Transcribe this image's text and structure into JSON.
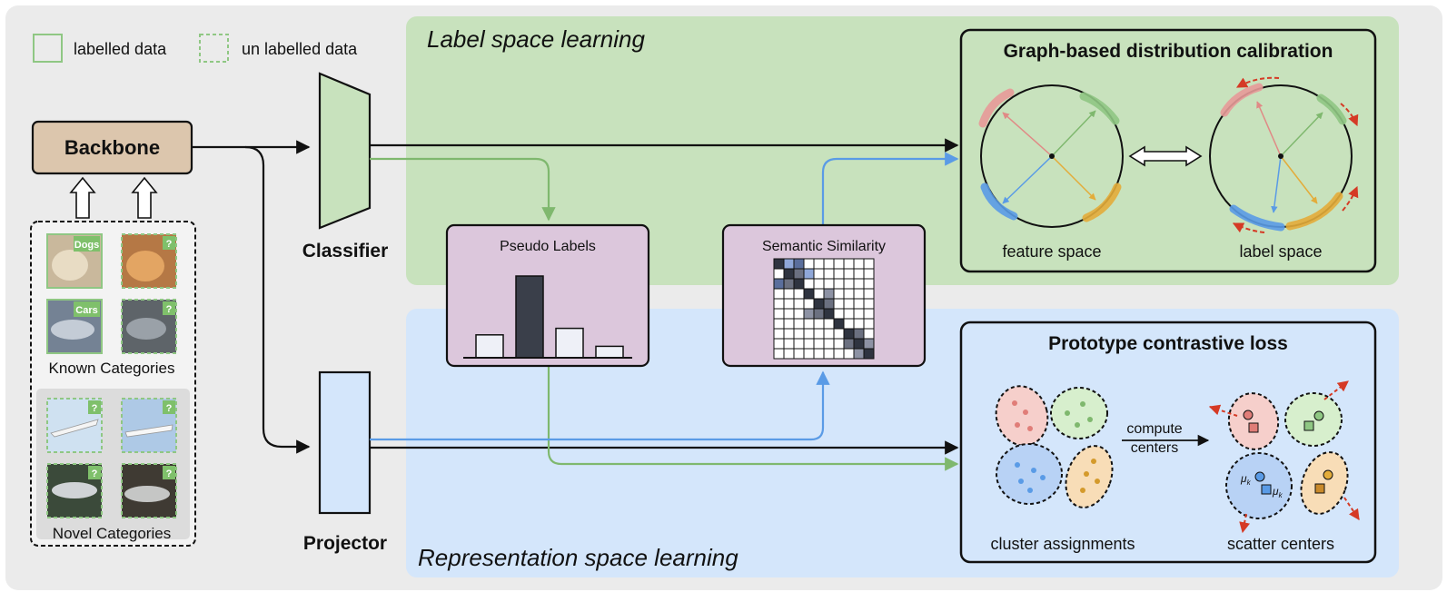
{
  "legend": {
    "labelled": "labelled data",
    "unlabelled": "un labelled data"
  },
  "backbone": "Backbone",
  "classifier": "Classifier",
  "projector": "Projector",
  "known": {
    "title": "Known Categories",
    "tags": [
      "Dogs",
      "?",
      "Cars",
      "?"
    ]
  },
  "novel": {
    "title": "Novel Categories",
    "tags": [
      "?",
      "?",
      "?",
      "?"
    ]
  },
  "label_space": {
    "title": "Label space learning",
    "color": "#c8e2bd"
  },
  "representation_space": {
    "title": "Representation space learning",
    "color": "#d4e6fb"
  },
  "pseudo_labels": {
    "title": "Pseudo Labels",
    "bars": [
      0.28,
      1.0,
      0.36,
      0.14
    ]
  },
  "semantic_similarity": {
    "title": "Semantic Similarity"
  },
  "graph_calibration": {
    "title": "Graph-based distribution calibration",
    "feature_space": "feature space",
    "label_space": "label space"
  },
  "prototype": {
    "title": "Prototype contrastive loss",
    "compute": "compute",
    "centers": "centers",
    "cluster_assignments": "cluster assignments",
    "scatter_centers": "scatter centers",
    "mu": "μ",
    "sub_k": "k"
  },
  "colors": {
    "red": "#e79a98",
    "green": "#8fc783",
    "blue": "#5a9be6",
    "orange": "#e3ac3a",
    "arrow_green": "#7fb86e",
    "arrow_blue": "#5a9be6",
    "dash_red": "#d53a25"
  }
}
